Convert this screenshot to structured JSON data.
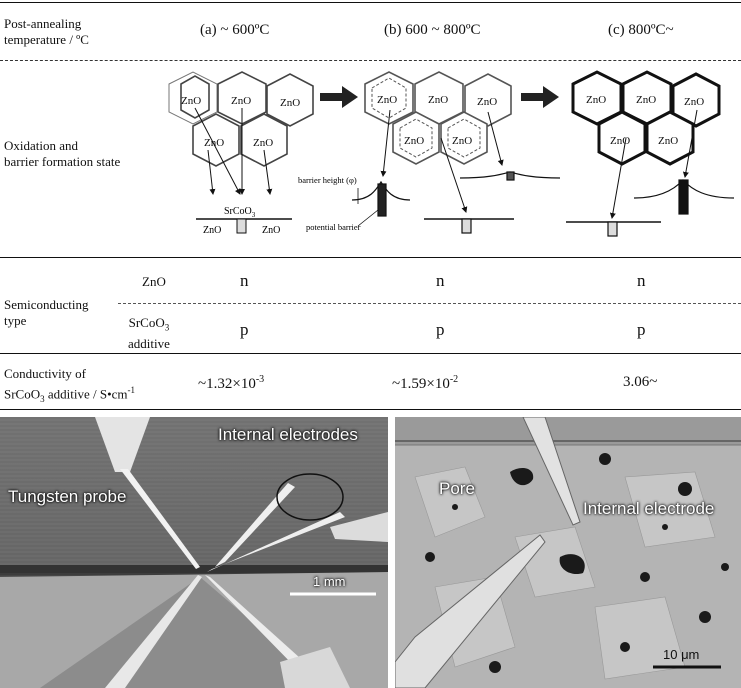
{
  "table": {
    "row1_label_line1": "Post-annealing",
    "row1_label_line2": "temperature / ºC",
    "col_a": "(a) ~ 600ºC",
    "col_b": "(b) 600 ~ 800ºC",
    "col_c": "(c) 800ºC~",
    "row2_label_line1": "Oxidation and",
    "row2_label_line2": "barrier formation state",
    "row3_label_line1": "Semiconducting",
    "row3_label_line2": "type",
    "zno_label": "ZnO",
    "additive_label_line1": "SrCoO",
    "additive_sub": "3",
    "additive_label_line2": "additive",
    "type_a_zno": "n",
    "type_b_zno": "n",
    "type_c_zno": "n",
    "type_a_add": "p",
    "type_b_add": "p",
    "type_c_add": "p",
    "row4_label_line1": "Conductivity of",
    "row4_label_line2_pre": "SrCoO",
    "row4_label_line2_sub": "3",
    "row4_label_line2_post": " additive / S•cm",
    "row4_label_line2_sup": "-1",
    "cond_a_pre": "~1.32×10",
    "cond_a_sup": "-3",
    "cond_b_pre": "~1.59×10",
    "cond_b_sup": "-2",
    "cond_c": "3.06~"
  },
  "diagram": {
    "grain_label": "ZnO",
    "srcoo_pre": "SrCoO",
    "srcoo_sub": "3",
    "zno_left": "ZnO",
    "zno_right": "ZnO",
    "barrier_height": "barrier height (φ)",
    "potential_barrier": "potential barrier"
  },
  "photo_left": {
    "label_electrodes": "Internal electrodes",
    "label_probe": "Tungsten probe",
    "scale": "1 mm"
  },
  "photo_right": {
    "label_pore": "Pore",
    "label_electrode": "Internal electrode",
    "scale": "10 μm"
  }
}
